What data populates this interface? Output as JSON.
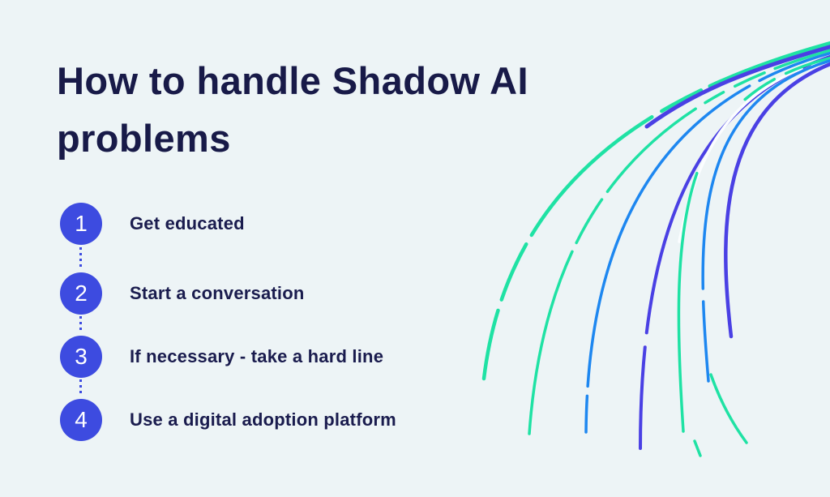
{
  "title": {
    "line1": "How to handle Shadow AI",
    "line2": "problems"
  },
  "steps": [
    {
      "number": "1",
      "label": "Get educated"
    },
    {
      "number": "2",
      "label": "Start a conversation"
    },
    {
      "number": "3",
      "label": "If necessary - take a hard line"
    },
    {
      "number": "4",
      "label": "Use a digital adoption platform"
    }
  ],
  "colors": {
    "background": "#EDF4F6",
    "title_text": "#181A48",
    "step_text": "#1A1C4E",
    "step_circle": "#3D4BE0",
    "step_number": "#FFFFFF",
    "connector": "#3D4BE0",
    "curve_teal": "#1FE2A4",
    "curve_blue": "#1E87F0",
    "curve_indigo": "#4A40E4",
    "curve_white": "#FBFDFF"
  }
}
